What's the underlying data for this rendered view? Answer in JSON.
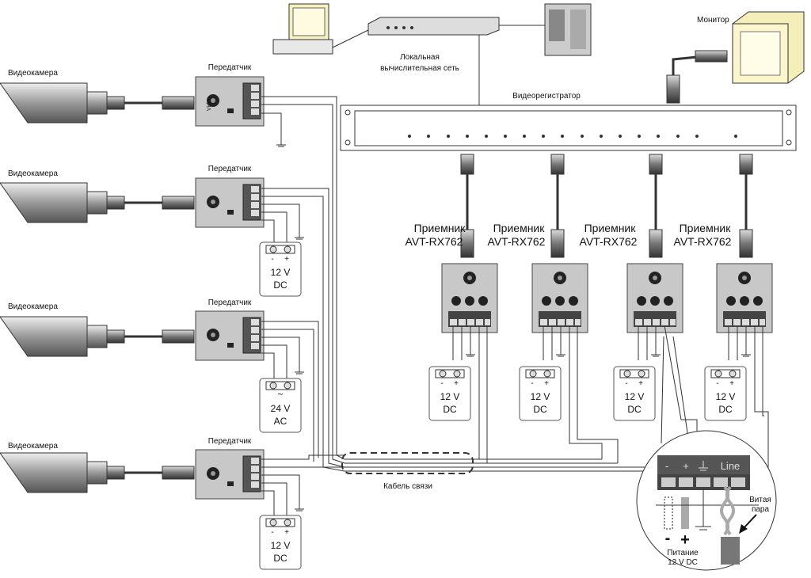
{
  "labels": {
    "camera": "Видеокамера",
    "transmitter": "Передатчик",
    "receiver": "Приемник",
    "receiver_model": "AVT-RX762",
    "lan_line1": "Локальная",
    "lan_line2": "вычислительная сеть",
    "recorder": "Видеорегистратор",
    "monitor": "Монитор",
    "cable": "Кабель связи",
    "video": "Video",
    "line": "Line",
    "minus": "-",
    "plus": "+",
    "twisted_pair_1": "Витая",
    "twisted_pair_2": "пара",
    "power_1": "Питание",
    "power_2": "12 V DC"
  },
  "psu": {
    "dc_1": "12 V",
    "dc_2": "DC",
    "ac_symbol": "~",
    "ac_1": "24 V",
    "ac_2": "AC"
  },
  "colors": {
    "device": "#c8c8c8",
    "dark": "#555555",
    "line": "#333333"
  }
}
